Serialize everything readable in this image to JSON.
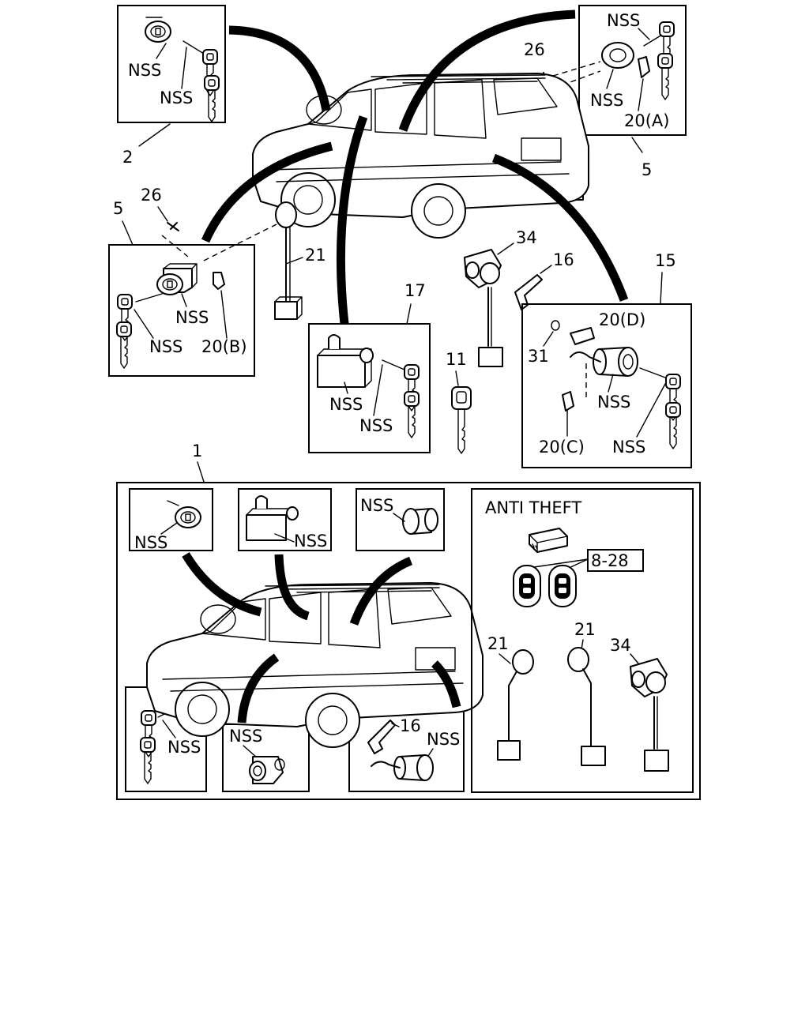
{
  "callouts": {
    "c2": "2",
    "c5a": "5",
    "c5b": "5",
    "c26a": "26",
    "c26b": "26",
    "c21a": "21",
    "c21b": "21",
    "c21c": "21",
    "c21d": "21",
    "c20a": "20(A)",
    "c20b": "20(B)",
    "c20c": "20(C)",
    "c20d": "20(D)",
    "c34a": "34",
    "c34b": "34",
    "c16a": "16",
    "c16b": "16",
    "c15": "15",
    "c17": "17",
    "c11": "11",
    "c31": "31",
    "c1": "1",
    "c828": "8-28",
    "anti_theft": "ANTI THEFT"
  },
  "nss": "NSS"
}
